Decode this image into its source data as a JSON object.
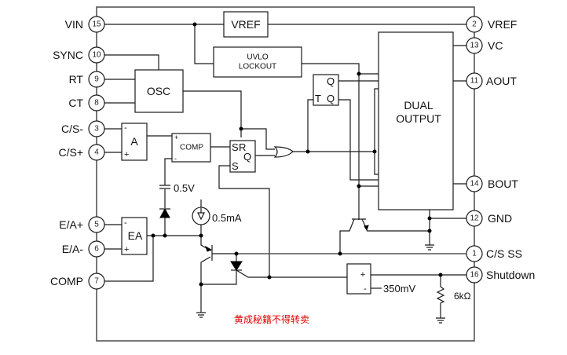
{
  "diagram": {
    "type": "block-diagram",
    "subject": "PWM controller IC block diagram",
    "watermark": "黄成秘籍不得转卖",
    "left_pins": [
      {
        "number": "15",
        "label": "VIN"
      },
      {
        "number": "10",
        "label": "SYNC"
      },
      {
        "number": "9",
        "label": "RT"
      },
      {
        "number": "8",
        "label": "CT"
      },
      {
        "number": "3",
        "label": "C/S-"
      },
      {
        "number": "4",
        "label": "C/S+"
      },
      {
        "number": "5",
        "label": "E/A+"
      },
      {
        "number": "6",
        "label": "E/A-"
      },
      {
        "number": "7",
        "label": "COMP"
      }
    ],
    "right_pins": [
      {
        "number": "2",
        "label": "VREF"
      },
      {
        "number": "13",
        "label": "VC"
      },
      {
        "number": "11",
        "label": "AOUT"
      },
      {
        "number": "14",
        "label": "BOUT"
      },
      {
        "number": "12",
        "label": "GND"
      },
      {
        "number": "1",
        "label": "C/S SS"
      },
      {
        "number": "16",
        "label": "Shutdown"
      }
    ],
    "blocks": {
      "vref": "VREF",
      "uvlo_line1": "UVLO",
      "uvlo_line2": "LOCKOUT",
      "osc": "OSC",
      "amp_a": "A",
      "comp": "COMP",
      "ea": "EA",
      "dual_line1": "DUAL",
      "dual_line2": "OUTPUT",
      "sr_s": "S",
      "sr_r": "R",
      "sr_q": "Q",
      "sr_s2": "S",
      "t_ff_t": "T",
      "t_ff_q": "Q",
      "t_ff_qbar": "Q"
    },
    "signs": {
      "minus": "-",
      "plus": "+"
    },
    "annotations": {
      "clamp_voltage": "0.5V",
      "current_source": "0.5mA",
      "shutdown_threshold": "350mV",
      "pulldown_resistor": "6kΩ"
    }
  }
}
